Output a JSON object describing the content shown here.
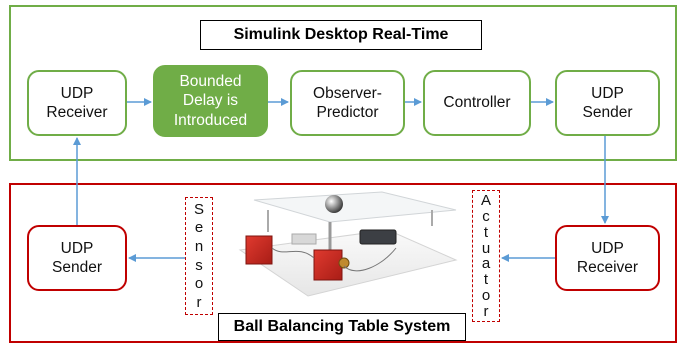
{
  "top_system": {
    "title": "Simulink Desktop Real-Time"
  },
  "bottom_system": {
    "title": "Ball Balancing Table System"
  },
  "blocks": {
    "udp_receiver_top": "UDP\nReceiver",
    "bounded_delay": "Bounded\nDelay is\nIntroduced",
    "observer_predictor": "Observer-\nPredictor",
    "controller": "Controller",
    "udp_sender_top": "UDP\nSender",
    "udp_sender_bottom": "UDP\nSender",
    "udp_receiver_bottom": "UDP\nReceiver"
  },
  "labels": {
    "sensor": [
      "S",
      "e",
      "n",
      "s",
      "o",
      "r"
    ],
    "actuator": [
      "A",
      "c",
      "t",
      "u",
      "a",
      "t",
      "o",
      "r"
    ]
  },
  "colors": {
    "green": "#70ad47",
    "red": "#c00000",
    "arrow": "#5b9bd5"
  }
}
